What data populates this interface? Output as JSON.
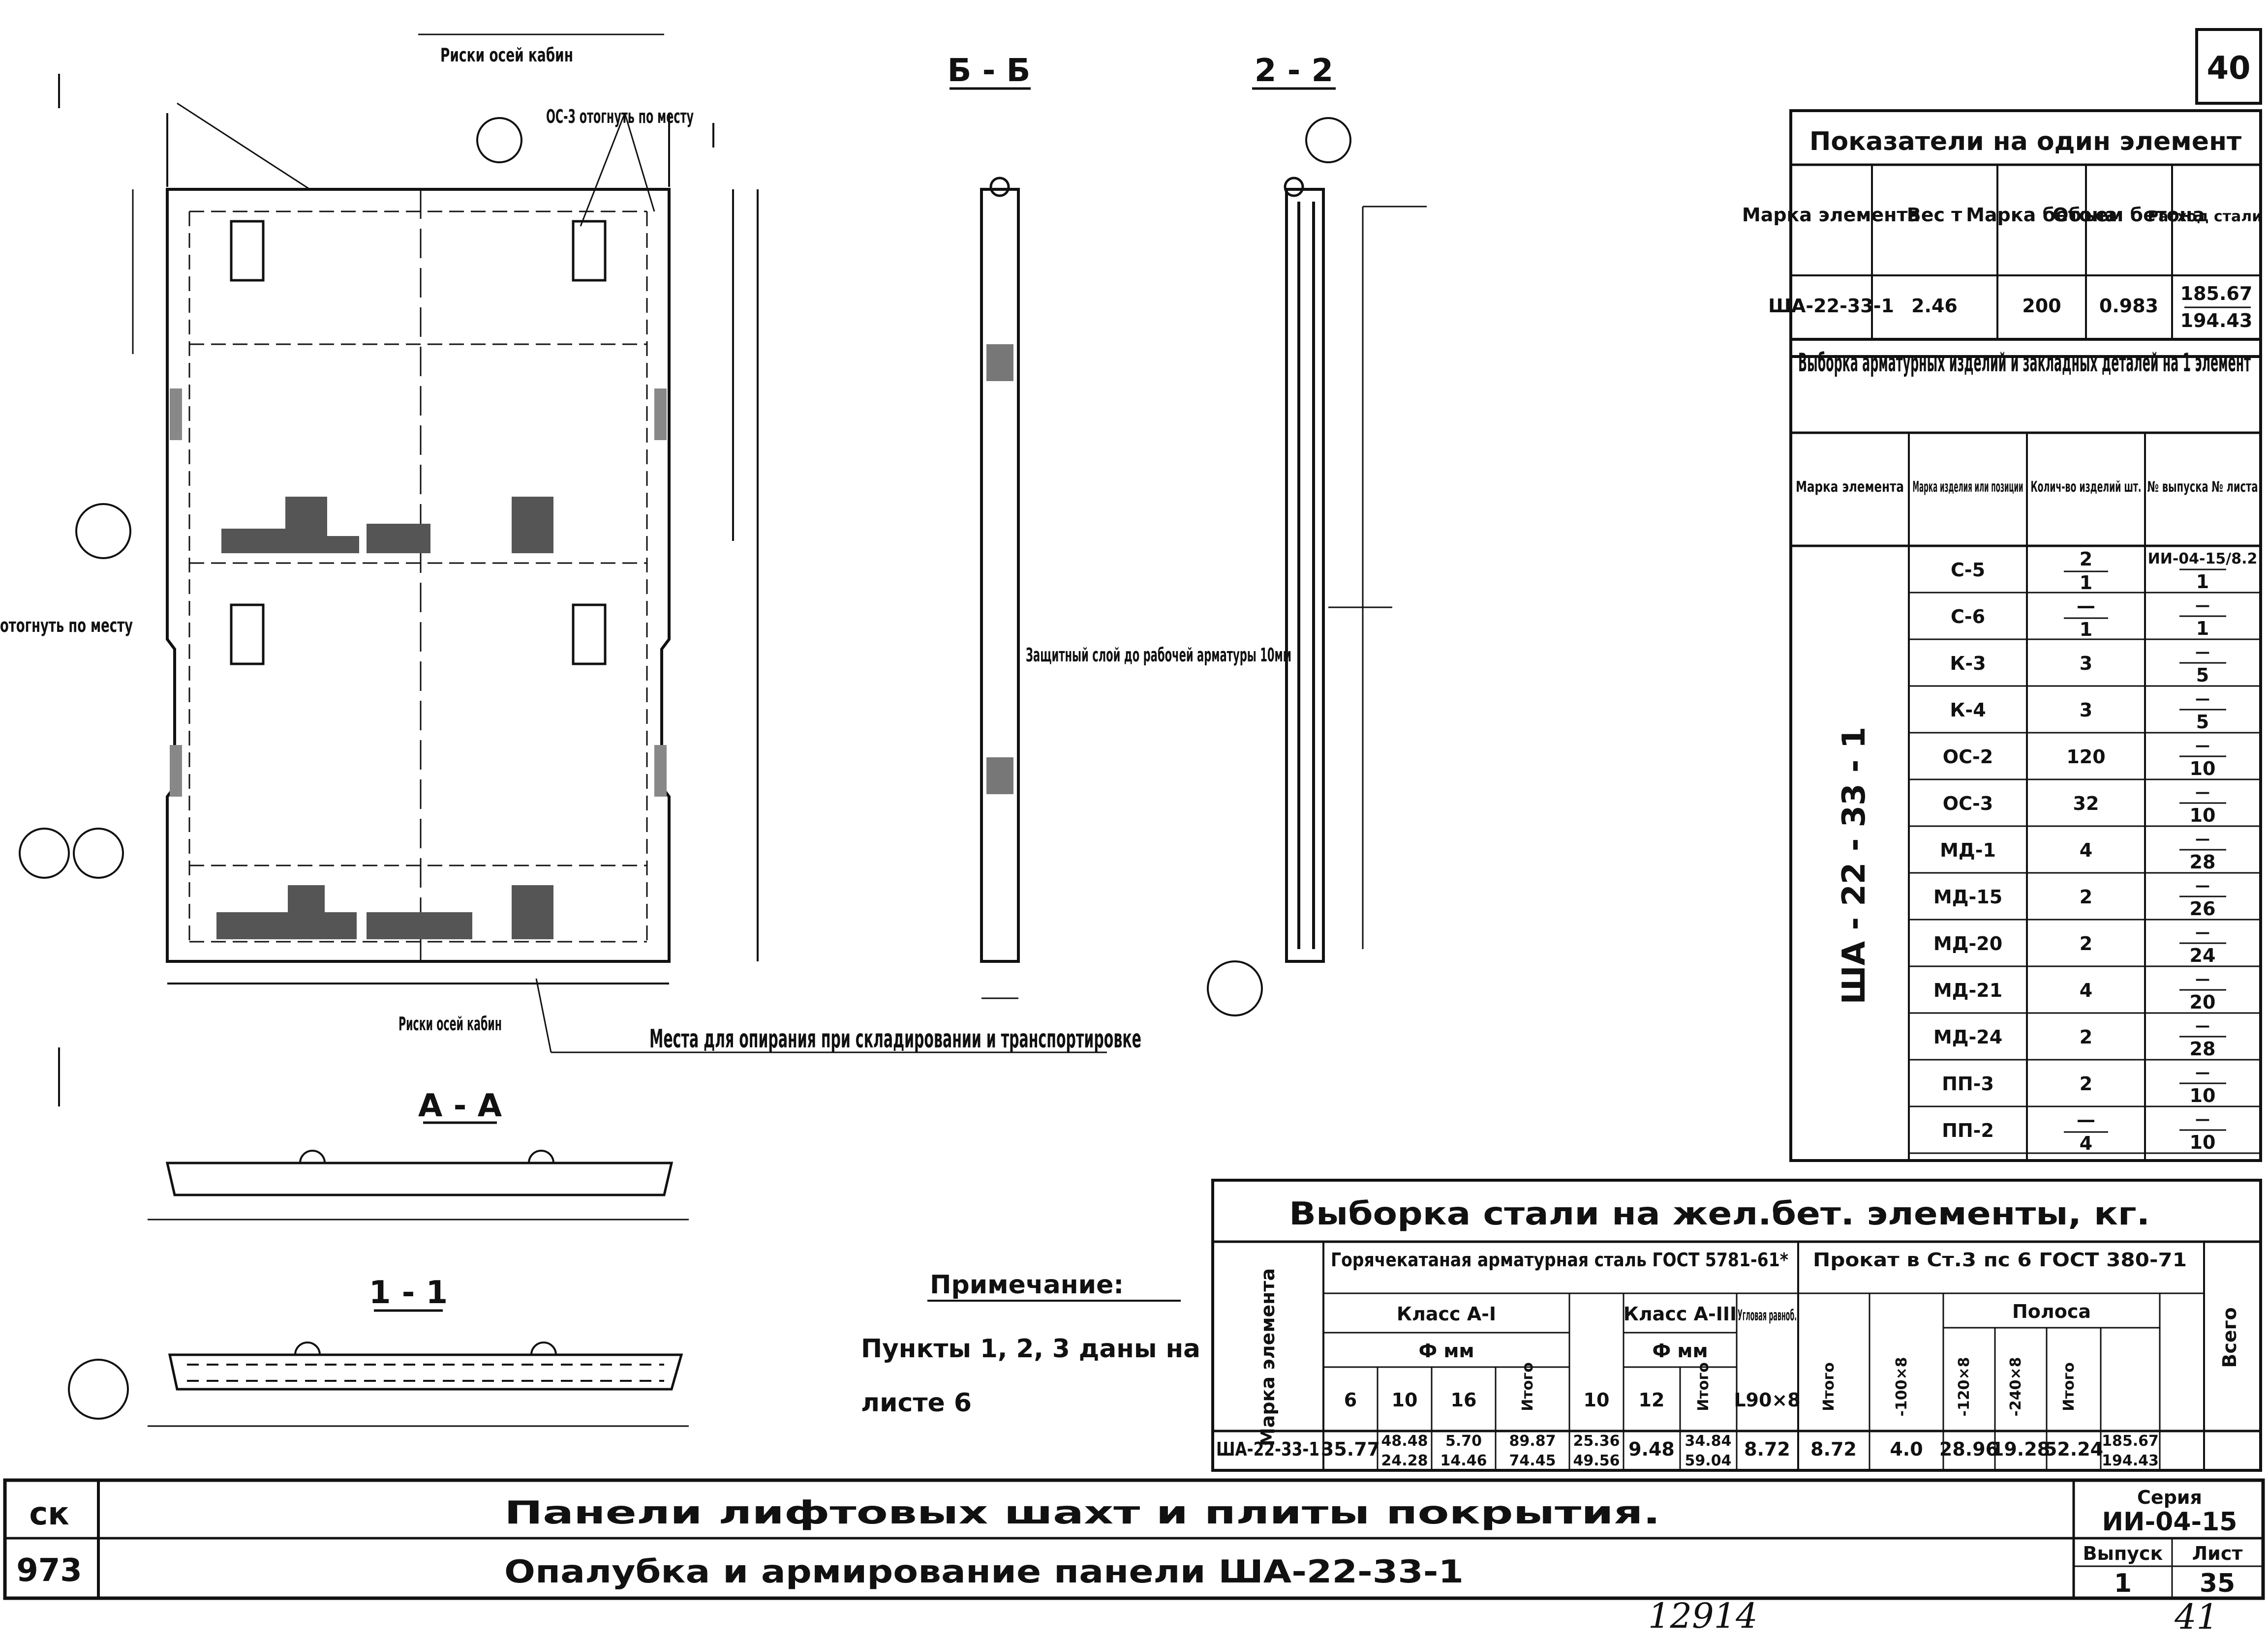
{
  "page_number": "40",
  "sheet_tag_bottom_left": {
    "top": "ск",
    "bottom": "973"
  },
  "handwritten": {
    "number": "12914",
    "sheet": "41"
  },
  "indicators": {
    "title": "Показатели на один элемент",
    "headers": [
      "Марка элемента",
      "Вес т",
      "Марка бетона",
      "Объем бетона",
      "Расход стали кг"
    ],
    "row": {
      "mark": "ША-22-33-1",
      "weight": "2.46",
      "concrete": "200",
      "volume": "0.983",
      "steel_top": "185.67",
      "steel_bottom": "194.43"
    }
  },
  "selection": {
    "title": "Выборка арматурных изделий и закладных деталей на 1 элемент",
    "headers": [
      "Марка элемента",
      "Марка изделия или позиции",
      "Колич-во изделий шт.",
      "№ выпуска № листа"
    ],
    "element": "ША - 22 - 33 - 1",
    "rows": [
      {
        "item": "С-5",
        "qty_top": "2",
        "qty_bottom": "1",
        "ref_top": "ИИ-04-15/8.2",
        "ref_bottom": "1"
      },
      {
        "item": "С-6",
        "qty_top": "—",
        "qty_bottom": "1",
        "ref_top": "—",
        "ref_bottom": "1"
      },
      {
        "item": "К-3",
        "qty_top": "3",
        "qty_bottom": "",
        "ref_top": "—",
        "ref_bottom": "5"
      },
      {
        "item": "К-4",
        "qty_top": "3",
        "qty_bottom": "",
        "ref_top": "—",
        "ref_bottom": "5"
      },
      {
        "item": "ОС-2",
        "qty_top": "120",
        "qty_bottom": "",
        "ref_top": "—",
        "ref_bottom": "10"
      },
      {
        "item": "ОС-3",
        "qty_top": "32",
        "qty_bottom": "",
        "ref_top": "—",
        "ref_bottom": "10"
      },
      {
        "item": "МД-1",
        "qty_top": "4",
        "qty_bottom": "",
        "ref_top": "—",
        "ref_bottom": "28"
      },
      {
        "item": "МД-15",
        "qty_top": "2",
        "qty_bottom": "",
        "ref_top": "—",
        "ref_bottom": "26"
      },
      {
        "item": "МД-20",
        "qty_top": "2",
        "qty_bottom": "",
        "ref_top": "—",
        "ref_bottom": "24"
      },
      {
        "item": "МД-21",
        "qty_top": "4",
        "qty_bottom": "",
        "ref_top": "—",
        "ref_bottom": "20"
      },
      {
        "item": "МД-24",
        "qty_top": "2",
        "qty_bottom": "",
        "ref_top": "—",
        "ref_bottom": "28"
      },
      {
        "item": "ПП-3",
        "qty_top": "2",
        "qty_bottom": "",
        "ref_top": "—",
        "ref_bottom": "10"
      },
      {
        "item": "ПП-2",
        "qty_top": "—",
        "qty_bottom": "4",
        "ref_top": "—",
        "ref_bottom": "10"
      }
    ]
  },
  "steel": {
    "title": "Выборка стали на жел.бет. элементы, кг.",
    "mark_header": "Марка элемента",
    "group1": "Горячекатаная арматурная сталь ГОСТ 5781-61*",
    "group2": "Прокат в Ст.3 пс 6 ГОСТ 380-71",
    "class1": "Класс А-I",
    "class3": "Класс А-III",
    "dia": "Ф мм",
    "angle": "Угловая равноб.",
    "strip": "Полоса",
    "total": "Итого",
    "grand": "Всего",
    "sub_headers": [
      "6",
      "10",
      "16",
      "Итого",
      "10",
      "12",
      "Итого",
      "L90×8",
      "Итого",
      "-100×8",
      "-120×8",
      "-240×8",
      "Итого",
      "Всего"
    ],
    "row": {
      "mark": "ША-22-33-1",
      "d6": "35.77",
      "d10_top": "48.48",
      "d10_bottom": "24.28",
      "d16_top": "5.70",
      "d16_bottom": "14.46",
      "tot1_top": "89.87",
      "tot1_bottom": "74.45",
      "d10b_top": "25.36",
      "d10b_bottom": "49.56",
      "d12": "9.48",
      "tot2_top": "34.84",
      "tot2_bottom": "59.04",
      "angle": "8.72",
      "tot_angle": "8.72",
      "s100": "4.0",
      "s120": "28.96",
      "s240": "19.28",
      "tot_strip": "52.24",
      "grand_top": "185.67",
      "grand_bottom": "194.43"
    }
  },
  "note": {
    "title": "Примечание:",
    "text1": "Пункты 1, 2, 3 даны на",
    "text2": "листе 6"
  },
  "title_block": {
    "line1": "Панели лифтовых шахт и плиты покрытия.",
    "line2": "Опалубка и армирование панели ША-22-33-1",
    "series_label": "Серия",
    "series_value": "ИИ-04-15",
    "issue_label": "Выпуск",
    "issue_value": "1",
    "sheet_label": "Лист",
    "sheet_value": "35"
  },
  "drawing_labels": {
    "section_bb": "Б - Б",
    "section_22": "2 - 2",
    "section_aa": "А - А",
    "section_11": "1 - 1",
    "cabin_axes_top": "Риски осей кабин",
    "cabin_axes_bottom": "Риски осей кабин",
    "bend_in_place": "ОС-3 отогнуть по месту",
    "bend_left": "отогнуть по месту",
    "support_places": "Места для опирания при складировании и транспортировке",
    "cover_note": "Защитный слой до рабочей арматуры 10мм"
  }
}
